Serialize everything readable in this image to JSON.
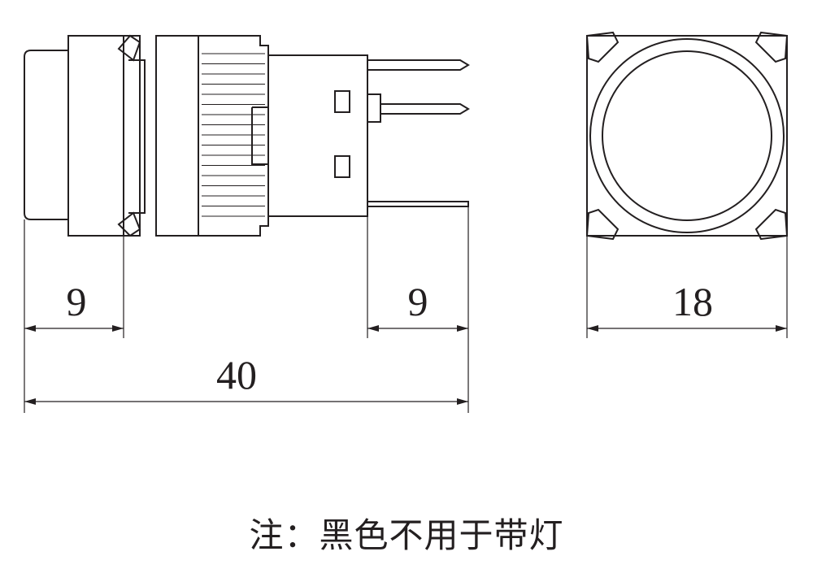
{
  "dimensions": {
    "left_front": "9",
    "right_pins": "9",
    "overall_length": "40",
    "front_width": "18"
  },
  "caption": "注：黑色不用于带灯",
  "colors": {
    "line": "#231f20",
    "background": "#ffffff"
  }
}
